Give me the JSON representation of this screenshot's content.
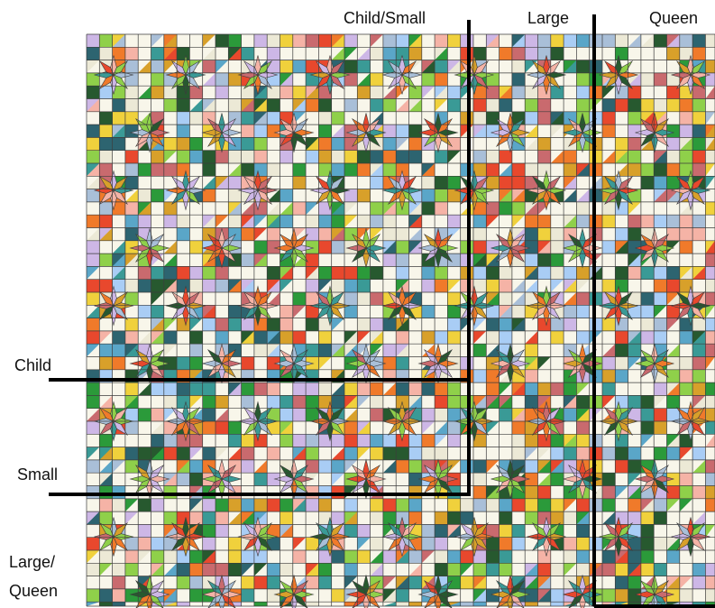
{
  "labels": {
    "child_small": "Child/Small",
    "large": "Large",
    "queen": "Queen",
    "child": "Child",
    "small": "Small",
    "large_queen_line1": "Large/",
    "large_queen_line2": "Queen"
  },
  "colors": {
    "background": "#fdfaf2",
    "seam": "#3c3c3c",
    "size_line": "#000000",
    "fabric_palette": [
      "#f8f6ea",
      "#ece9d6",
      "#2b9a3a",
      "#2d6470",
      "#3a9a96",
      "#f0d13c",
      "#cdb7e6",
      "#a9cdf5",
      "#f5b3a6",
      "#f07a2a",
      "#e8482d",
      "#c96a6e",
      "#8fd04a",
      "#d8a02a",
      "#27592f",
      "#a9bfd8",
      "#5aa6c8"
    ]
  },
  "icons": {
    "star_motif": "eight-point-star-icon"
  }
}
